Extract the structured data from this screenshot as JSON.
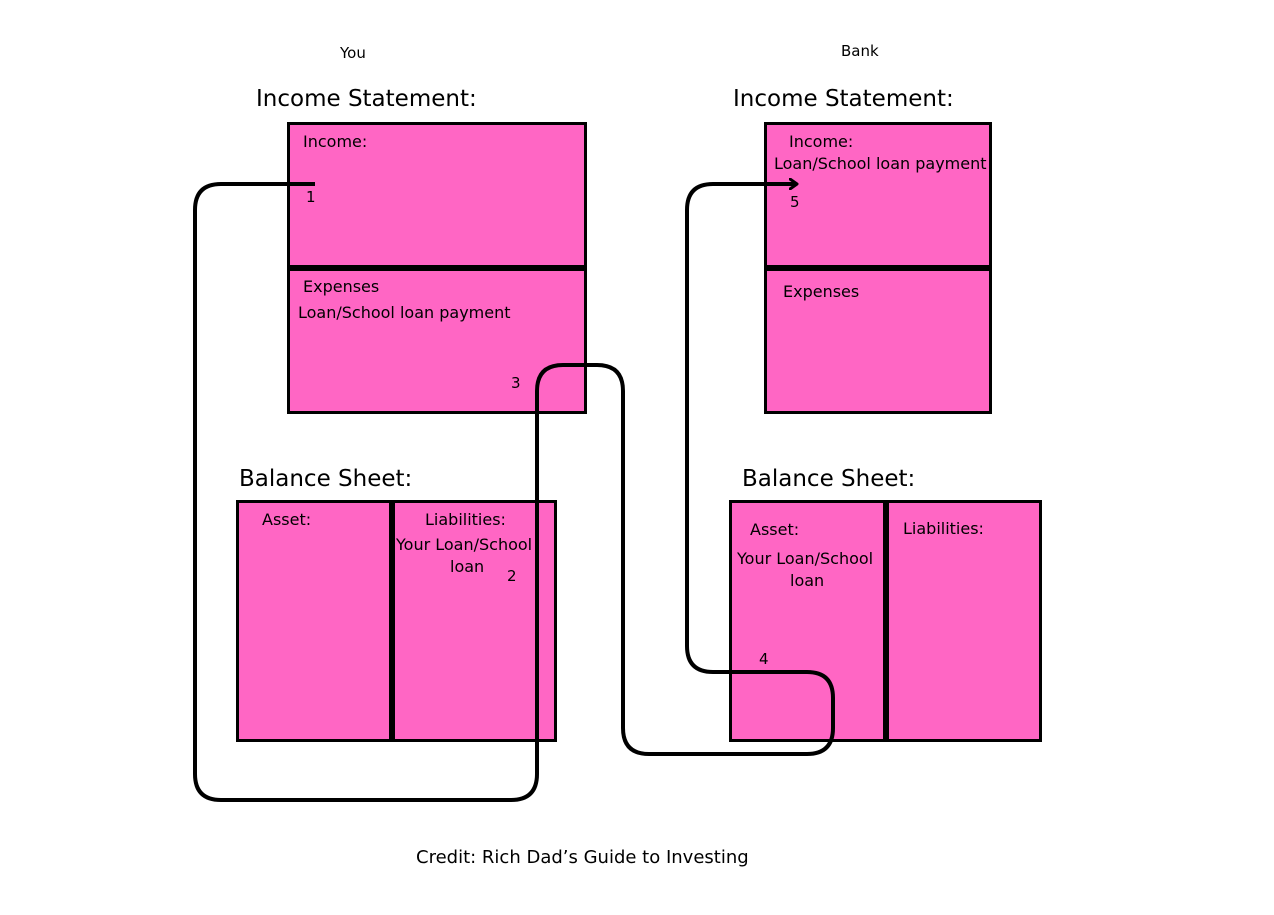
{
  "colors": {
    "box_fill": "#ff66c4",
    "line": "#000000",
    "background": "#ffffff"
  },
  "you": {
    "header": "You",
    "income_statement_title": "Income Statement:",
    "income_label": "Income:",
    "expenses_label": "Expenses",
    "expenses_item": "Loan/School loan payment",
    "balance_sheet_title": "Balance Sheet:",
    "asset_label": "Asset:",
    "liabilities_label": "Liabilities:",
    "liabilities_item_line1": "Your Loan/School",
    "liabilities_item_line2": "loan"
  },
  "bank": {
    "header": "Bank",
    "income_statement_title": "Income Statement:",
    "income_label": "Income:",
    "income_item": "Loan/School loan payment",
    "expenses_label": "Expenses",
    "balance_sheet_title": "Balance Sheet:",
    "asset_label": "Asset:",
    "asset_item_line1": "Your Loan/School",
    "asset_item_line2": "loan",
    "liabilities_label": "Liabilities:"
  },
  "steps": [
    "1",
    "2",
    "3",
    "4",
    "5"
  ],
  "credit": "Credit: Rich Dad’s Guide to Investing"
}
